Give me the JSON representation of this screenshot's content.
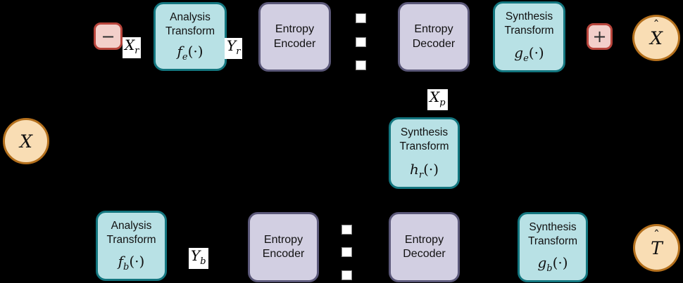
{
  "colors": {
    "background": "#000000",
    "transform_box_fill": "#b8e1e5",
    "transform_box_border": "#13767f",
    "entropy_box_fill": "#d2cfe2",
    "entropy_box_border": "#5b5879",
    "operator_fill": "#f3cfca",
    "operator_border": "#b8453c",
    "node_circle_fill": "#f9ddb4",
    "node_circle_border": "#b4701d",
    "bitstream_square_fill": "#ffffff",
    "label_background": "#ffffff"
  },
  "boxes": {
    "analysis_top": {
      "line1": "Analysis",
      "line2": "Transform",
      "fn_base": "f",
      "fn_sub": "e",
      "fn_args": "(·)"
    },
    "entropy_encoder_top": {
      "line1": "Entropy",
      "line2": "Encoder"
    },
    "entropy_decoder_top": {
      "line1": "Entropy",
      "line2": "Decoder"
    },
    "synthesis_top": {
      "line1": "Synthesis",
      "line2": "Transform",
      "fn_base": "g",
      "fn_sub": "e",
      "fn_args": "(·)"
    },
    "synthesis_mid": {
      "line1": "Synthesis",
      "line2": "Transform",
      "fn_base": "h",
      "fn_sub": "r",
      "fn_args": "(·)"
    },
    "analysis_bottom": {
      "line1": "Analysis",
      "line2": "Transform",
      "fn_base": "f",
      "fn_sub": "b",
      "fn_args": "(·)"
    },
    "entropy_encoder_bottom": {
      "line1": "Entropy",
      "line2": "Encoder"
    },
    "entropy_decoder_bottom": {
      "line1": "Entropy",
      "line2": "Decoder"
    },
    "synthesis_bottom": {
      "line1": "Synthesis",
      "line2": "Transform",
      "fn_base": "g",
      "fn_sub": "b",
      "fn_args": "(·)"
    }
  },
  "operators": {
    "minus": {
      "label": "−"
    },
    "plus": {
      "label": "+"
    }
  },
  "nodes": {
    "input": {
      "letter": "X"
    },
    "output_top": {
      "letter": "X",
      "hat": "ˆ"
    },
    "output_bottom": {
      "letter": "T",
      "hat": "ˆ"
    }
  },
  "labels": {
    "xr": {
      "base": "X",
      "sub": "r"
    },
    "yr": {
      "base": "Y",
      "sub": "r"
    },
    "xp": {
      "base": "X",
      "sub": "p"
    },
    "yb": {
      "base": "Y",
      "sub": "b"
    }
  },
  "bitstream": {
    "top_count": 3,
    "bottom_count": 3
  }
}
